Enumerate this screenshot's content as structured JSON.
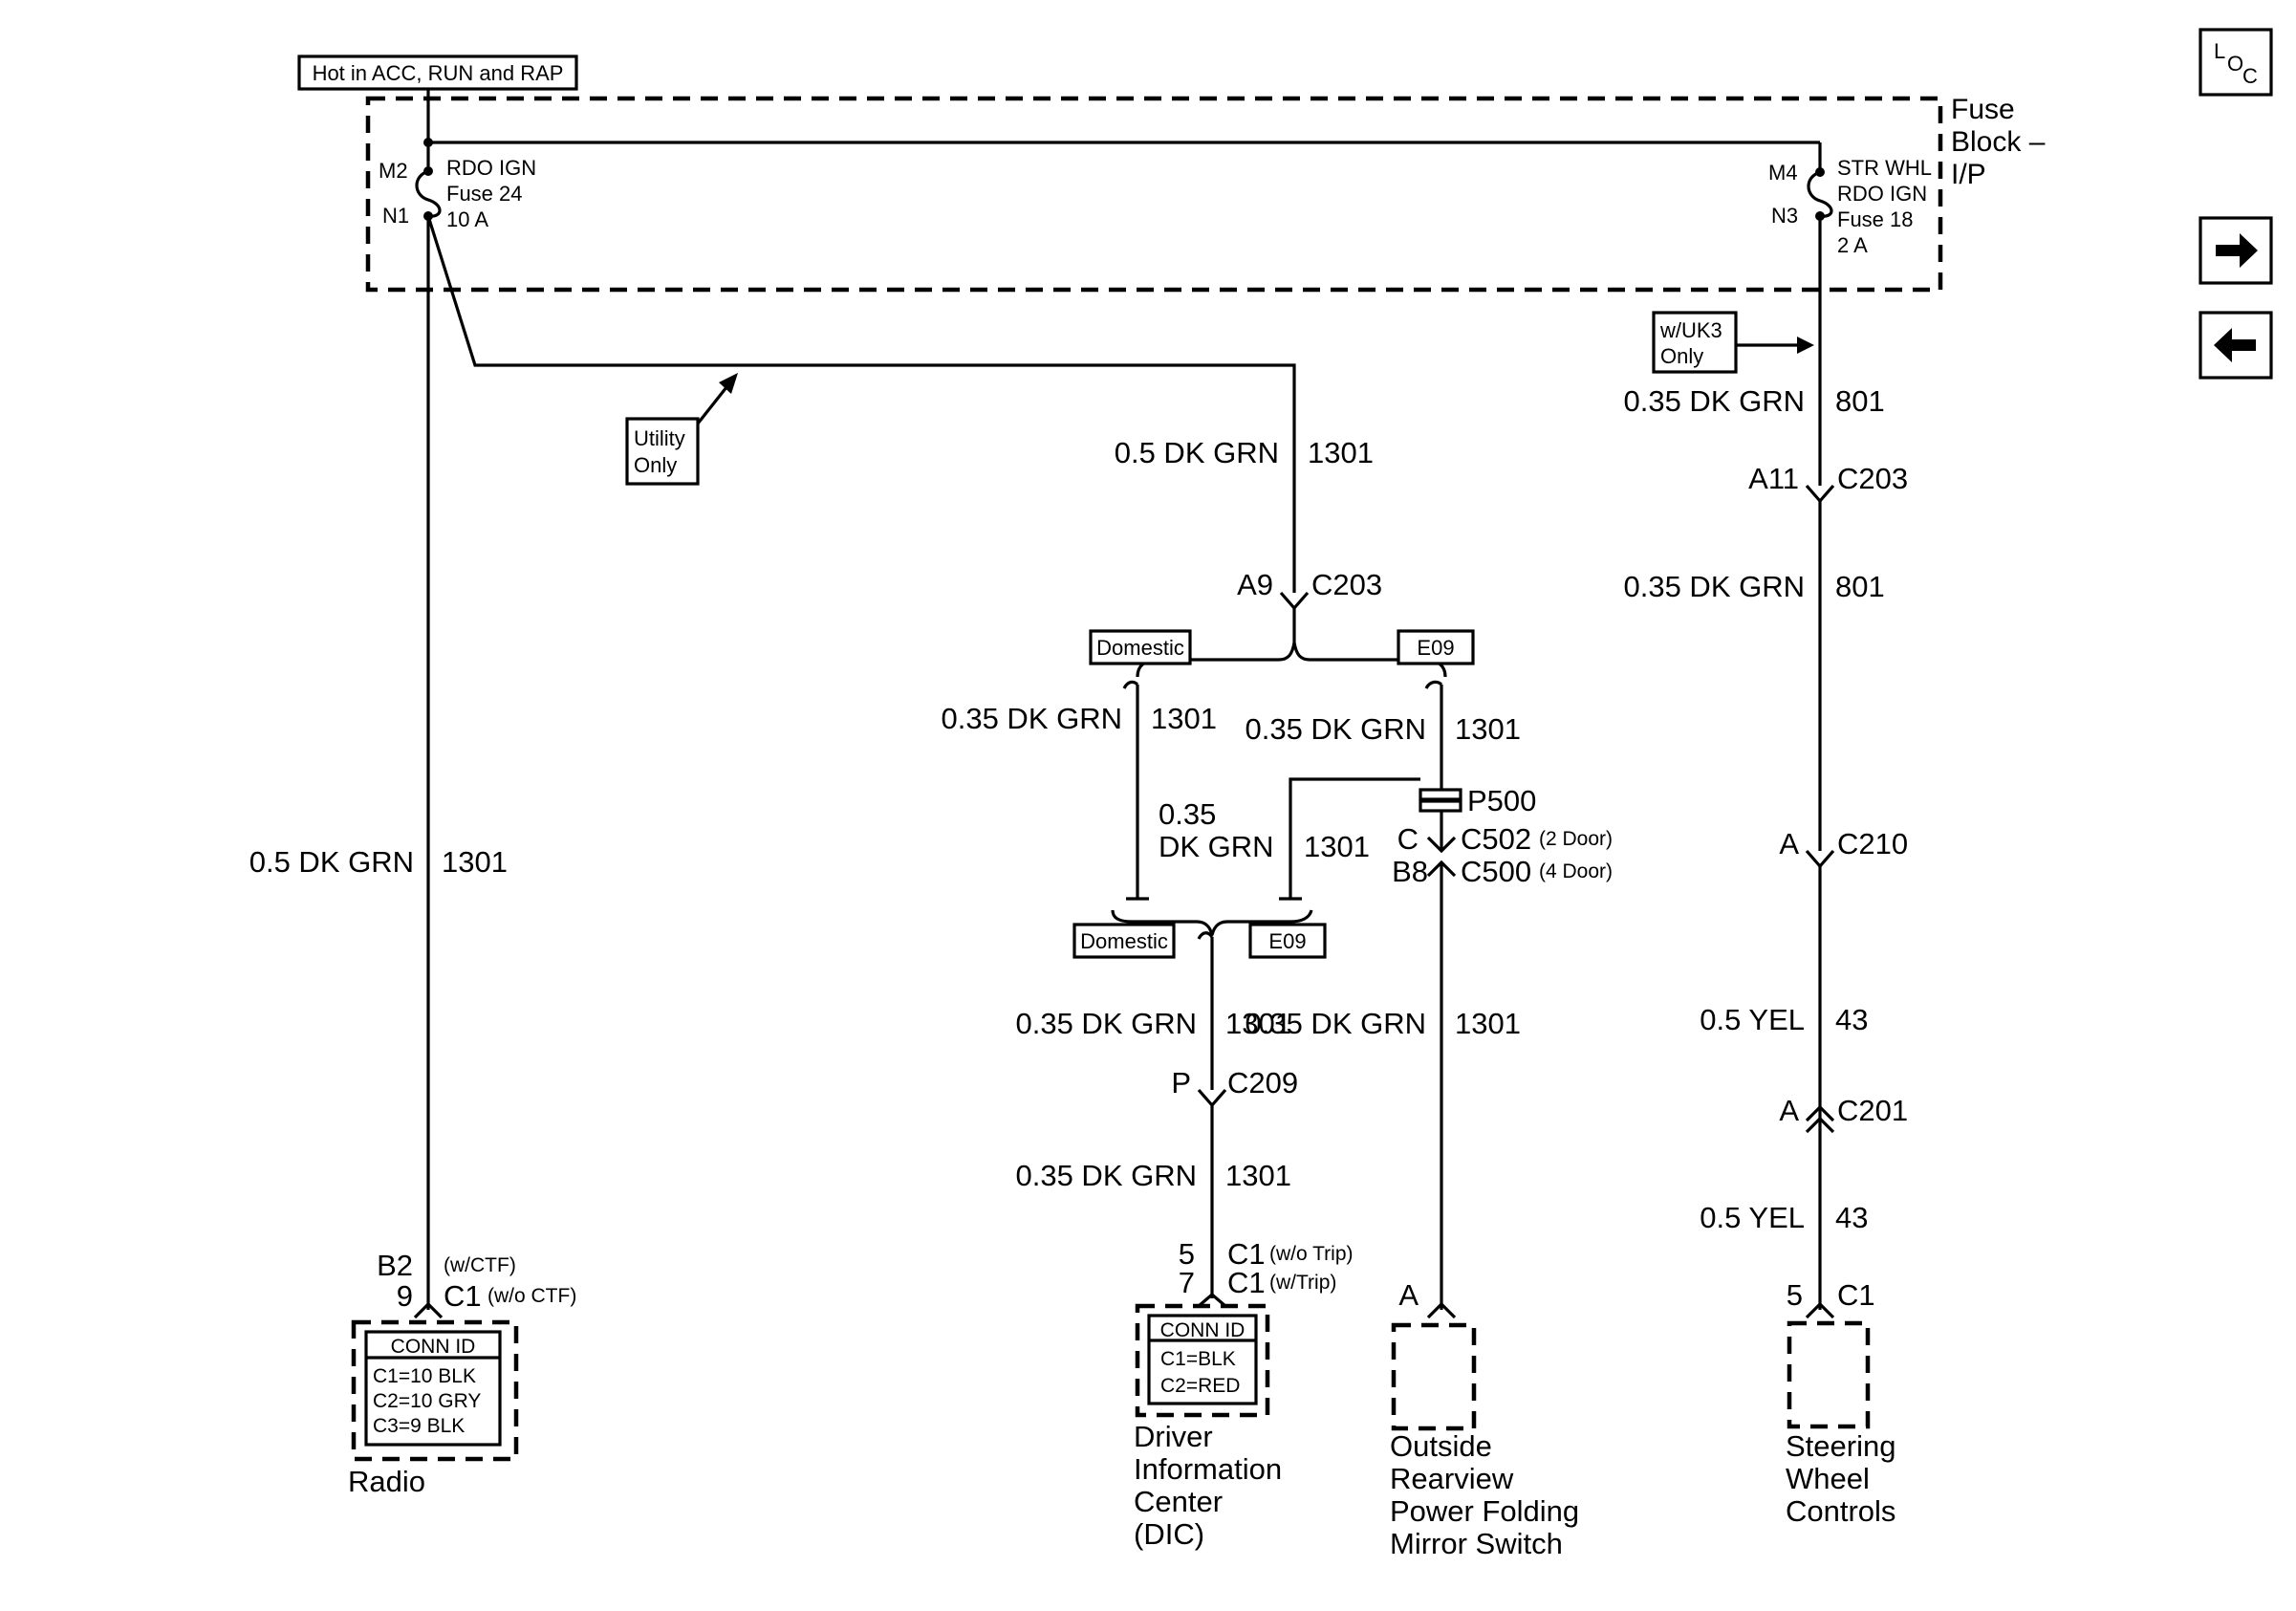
{
  "header": {
    "hot_label": "Hot in ACC, RUN and RAP"
  },
  "fuse_block": {
    "title_lines": [
      "Fuse",
      "Block –",
      "I/P"
    ],
    "fuse_left": {
      "pin_top": "M2",
      "pin_bottom": "N1",
      "lines": [
        "RDO IGN",
        "Fuse 24",
        "10 A"
      ]
    },
    "fuse_right": {
      "pin_top": "M4",
      "pin_bottom": "N3",
      "lines": [
        "STR WHL",
        "RDO IGN",
        "Fuse 18",
        "2 A"
      ]
    }
  },
  "nav": {
    "loc_icon": "location-icon",
    "loc_text": [
      "L",
      "O",
      "C"
    ],
    "next_icon": "arrow-right-icon",
    "prev_icon": "arrow-left-icon"
  },
  "notes": {
    "utility_only": [
      "Utility",
      "Only"
    ],
    "uk3_only": [
      "w/UK3",
      "Only"
    ]
  },
  "wires": {
    "radio_wire": {
      "gauge_color": "0.5 DK GRN",
      "circuit": "1301"
    },
    "utility_wire": {
      "gauge_color": "0.5 DK GRN",
      "circuit": "1301"
    },
    "right_wire_top": {
      "gauge_color": "0.35 DK GRN",
      "circuit": "801"
    },
    "right_wire_mid": {
      "gauge_color": "0.35 DK GRN",
      "circuit": "801"
    },
    "right_wire_yel1": {
      "gauge_color": "0.5 YEL",
      "circuit": "43"
    },
    "right_wire_yel2": {
      "gauge_color": "0.5 YEL",
      "circuit": "43"
    },
    "domestic_branch": {
      "gauge_color": "0.35 DK GRN",
      "circuit": "1301"
    },
    "e09_branch": {
      "gauge_color": "0.35 DK GRN",
      "circuit": "1301"
    },
    "e09_return": {
      "gauge_color_lines": [
        "0.35",
        "DK GRN"
      ],
      "circuit": "1301"
    },
    "mirror_wire": {
      "gauge_color": "0.35 DK GRN",
      "circuit": "1301"
    },
    "dic_wire_upper": {
      "gauge_color": "0.35 DK GRN",
      "circuit": "1301"
    },
    "dic_wire_lower": {
      "gauge_color": "0.35 DK GRN",
      "circuit": "1301"
    }
  },
  "options": {
    "domestic_top": "Domestic",
    "e09_top": "E09",
    "domestic_bottom": "Domestic",
    "e09_bottom": "E09"
  },
  "connectors": {
    "c203_a9": {
      "pin": "A9",
      "name": "C203"
    },
    "c203_a11": {
      "pin": "A11",
      "name": "C203"
    },
    "c210": {
      "pin": "A",
      "name": "C210"
    },
    "c201": {
      "pin": "A",
      "name": "C201"
    },
    "c209": {
      "pin": "P",
      "name": "C209"
    },
    "p500": {
      "name": "P500"
    },
    "c502": {
      "pin": "C",
      "name": "C502",
      "note": "(2 Door)"
    },
    "c500": {
      "pin": "B8",
      "name": "C500",
      "note": "(4 Door)"
    },
    "radio_c1": {
      "pin1": "B2",
      "note1": "(w/CTF)",
      "pin2": "9",
      "name": "C1",
      "note2": "(w/o CTF)"
    },
    "dic_c1": {
      "pin1": "5",
      "name1": "C1",
      "note1": "(w/o Trip)",
      "pin2": "7",
      "name2": "C1",
      "note2": "(w/Trip)"
    },
    "mirror_pin": {
      "pin": "A"
    },
    "swc_c1": {
      "pin": "5",
      "name": "C1"
    }
  },
  "components": {
    "radio": {
      "label": "Radio",
      "conn_id_title": "CONN ID",
      "conn_id_rows": [
        "C1=10 BLK",
        "C2=10 GRY",
        "C3=9 BLK"
      ]
    },
    "dic": {
      "label_lines": [
        "Driver",
        "Information",
        "Center",
        "(DIC)"
      ],
      "conn_id_title": "CONN ID",
      "conn_id_rows": [
        "C1=BLK",
        "C2=RED"
      ]
    },
    "mirror": {
      "label_lines": [
        "Outside",
        "Rearview",
        "Power Folding",
        "Mirror Switch"
      ]
    },
    "swc": {
      "label_lines": [
        "Steering",
        "Wheel",
        "Controls"
      ]
    }
  }
}
